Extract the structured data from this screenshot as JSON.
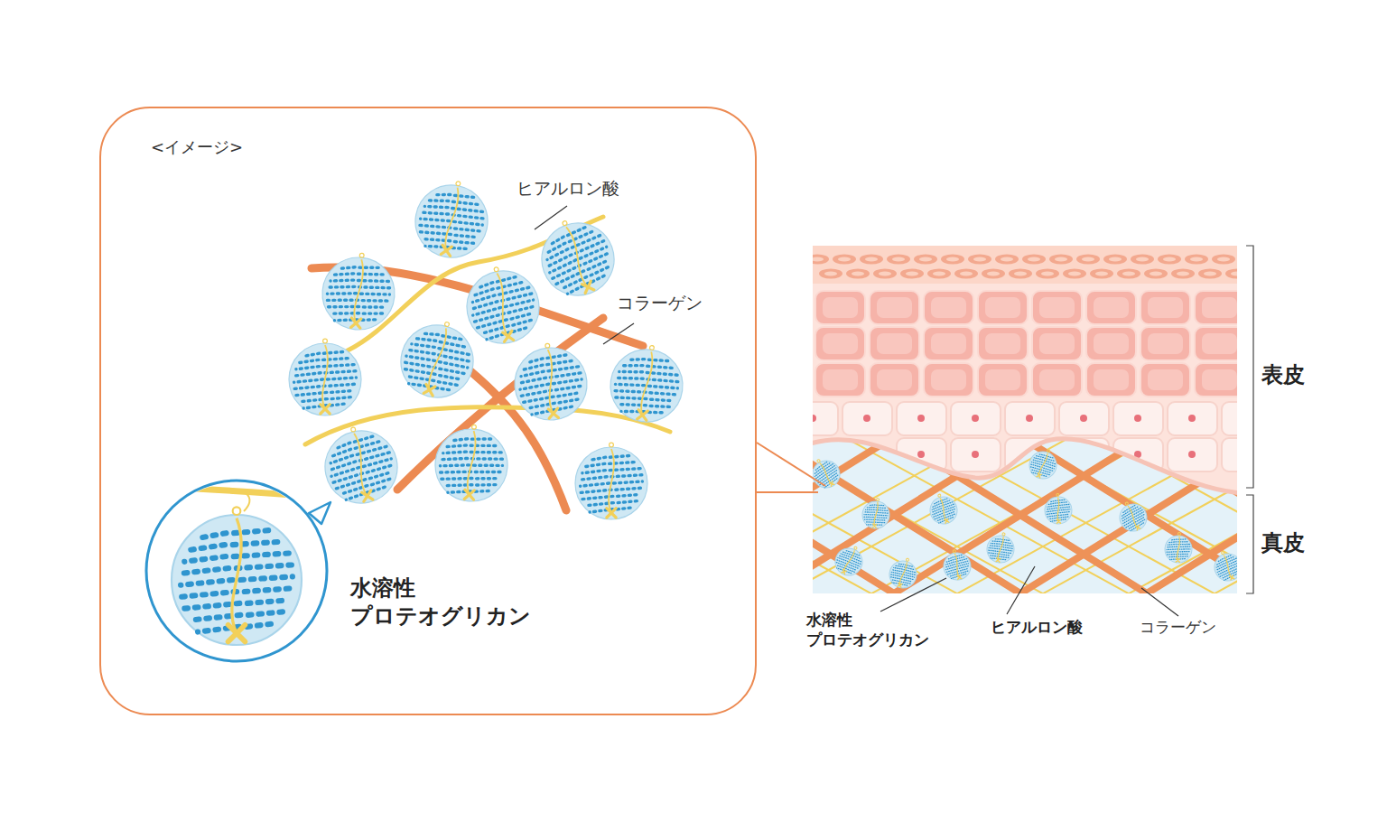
{
  "diagram": {
    "nodes": [
      {
        "text": [
          "<イメージ>"
        ]
      }
    ],
    "labels": [
      "ヒアルロン酸",
      "コラーゲン",
      "水溶性 プロテオグリカン",
      "表皮",
      "真皮",
      "水溶性 プロテオグリカン",
      "ヒアルロン酸",
      "コラーゲン"
    ]
  }
}
